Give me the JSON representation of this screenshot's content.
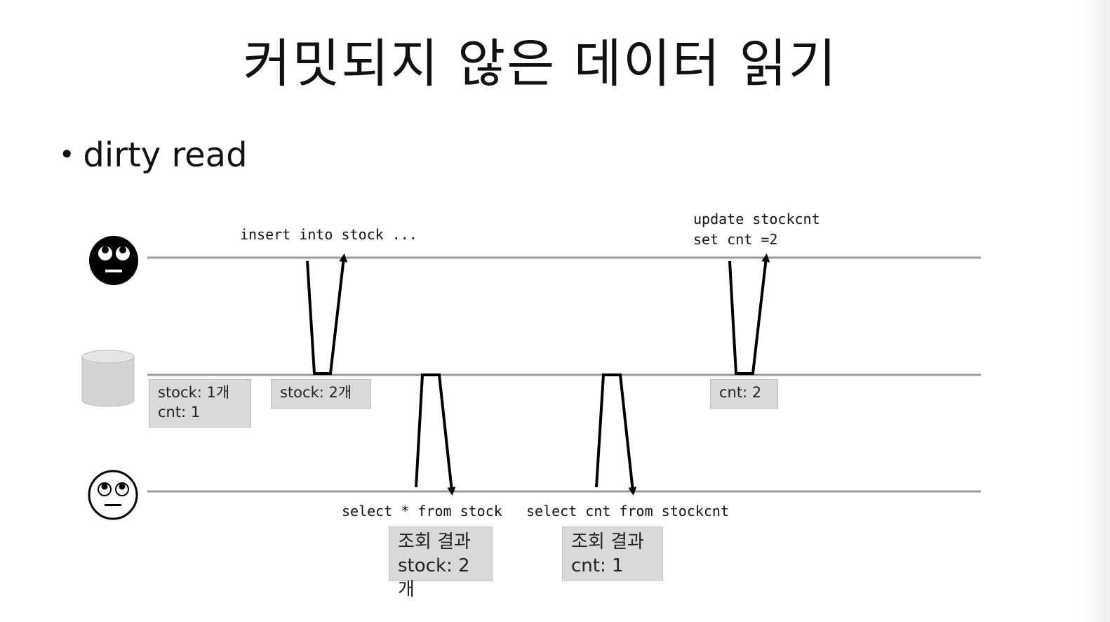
{
  "slide": {
    "title": "커밋되지 않은 데이터 읽기",
    "bullet": "dirty read"
  },
  "icons": {
    "writer": "rolling-eyes-face-dark-icon",
    "database": "database-cylinder-icon",
    "reader": "rolling-eyes-face-light-icon"
  },
  "queries": {
    "insert": "insert into stock ...",
    "update_line1": "update stockcnt",
    "update_line2": "set cnt =2",
    "select_stock": "select * from stock",
    "select_cnt": "select cnt from stockcnt"
  },
  "db_states": {
    "initial_line1": "stock: 1개",
    "initial_line2": "cnt: 1",
    "after_insert": "stock: 2개",
    "after_update": "cnt: 2"
  },
  "results": {
    "first_line1": "조회 결과",
    "first_line2": "stock: 2개",
    "second_line1": "조회 결과",
    "second_line2": "cnt: 1"
  },
  "colors": {
    "timeline": "#9a9a9a",
    "arrow": "#000000",
    "box_fill": "#d9d9d9"
  }
}
